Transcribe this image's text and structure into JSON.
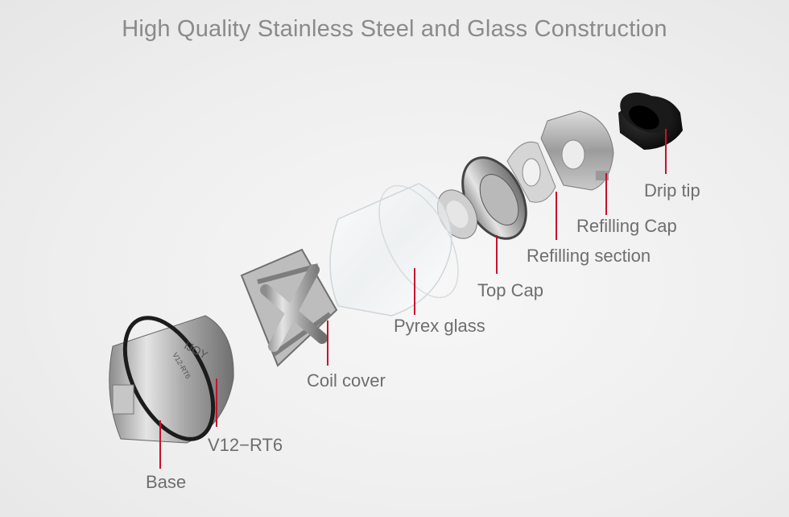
{
  "title": "High Quality Stainless Steel and Glass Construction",
  "logo_text": "iJOY",
  "model_engraving": "V12-RT6",
  "parts": {
    "drip_tip": "Drip tip",
    "refilling_cap": "Refilling Cap",
    "refilling_section": "Refilling section",
    "top_cap": "Top Cap",
    "pyrex_glass": "Pyrex glass",
    "coil_cover": "Coil cover",
    "v12_rt6": "V12−RT6",
    "base": "Base"
  },
  "colors": {
    "leader_line": "#c8102e",
    "label_text": "#6e6e6e",
    "title_text": "#8a8a8a"
  }
}
